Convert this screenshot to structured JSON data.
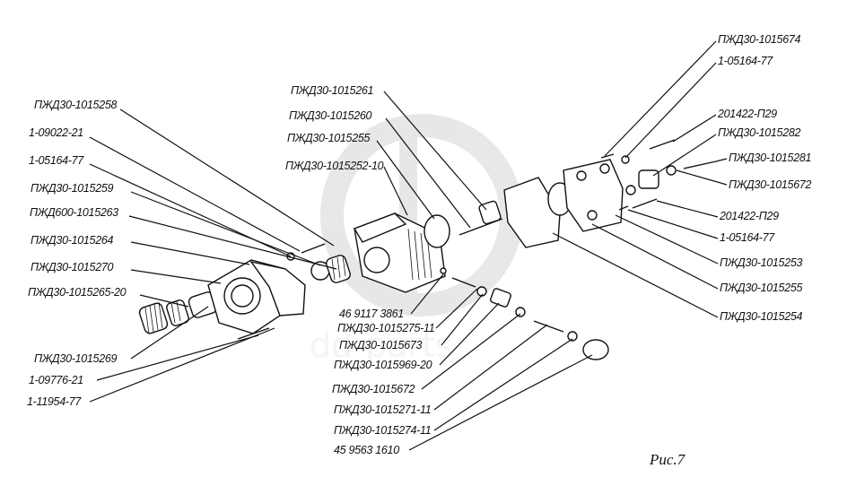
{
  "labels_left": [
    "ПЖД30-1015258",
    "1-09022-21",
    "1-05164-77",
    "ПЖД30-1015259",
    "ПЖД600-1015263",
    "ПЖД30-1015264",
    "ПЖД30-1015270",
    "ПЖД30-1015265-20",
    "ПЖД30-1015269",
    "1-09776-21",
    "1-11954-77"
  ],
  "labels_center_top": [
    "ПЖД30-1015261",
    "ПЖД30-1015260",
    "ПЖД30-1015255",
    "ПЖД30-1015252-10"
  ],
  "labels_center_bottom": [
    "46 9117 3861",
    "ПЖД30-1015275-11",
    "ПЖД30-1015673",
    "ПЖД30-1015969-20",
    "ПЖД30-1015672",
    "ПЖД30-1015271-11",
    "ПЖД30-1015274-11",
    "45 9563 1610"
  ],
  "labels_right": [
    "ПЖД30-1015674",
    "1-05164-77",
    "201422-П29",
    "ПЖД30-1015282",
    "ПЖД30-1015281",
    "ПЖД30-1015672",
    "201422-П29",
    "1-05164-77",
    "ПЖД30-1015253",
    "ПЖД30-1015255",
    "ПЖД30-1015254"
  ],
  "figure_caption": "Рис.7",
  "watermark": {
    "text": "dd-parts",
    "color": "#c8c8c8",
    "icon": "dd-logo-icon"
  }
}
